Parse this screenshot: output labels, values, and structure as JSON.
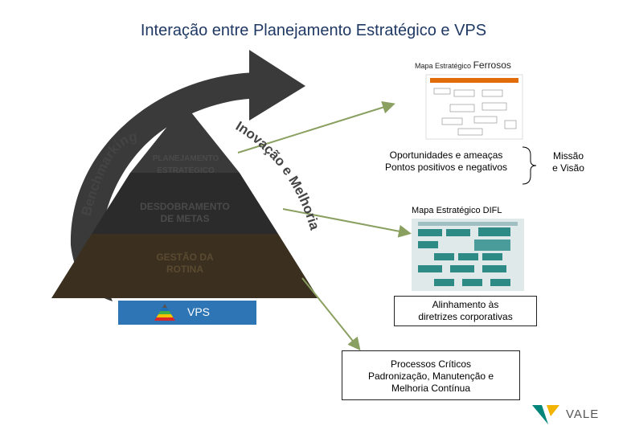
{
  "title": "Interação  entre Planejamento Estratégico e VPS",
  "curved_labels": {
    "benchmarking": "Benchmarking",
    "inovacao": "Inovação e Melhoria"
  },
  "pyramid": {
    "top_label": "PLANEJAMENTO ESTRATÉGICO",
    "middle_label": "DESDOBRAMENTO DE METAS",
    "bottom_label": "GESTÃO DA ROTINA",
    "vps_label": "VPS"
  },
  "mapa_ferrosos": {
    "prefix": "Mapa Estratégico",
    "suffix": "Ferrosos"
  },
  "oportunidades": {
    "line1": "Oportunidades e ameaças",
    "line2": "Pontos positivos e negativos"
  },
  "missao": {
    "line1": "Missão",
    "line2": "e Visão"
  },
  "mapa_difl": "Mapa Estratégico DIFL",
  "alinhamento": {
    "line1": "Alinhamento às",
    "line2": "diretrizes corporativas"
  },
  "processos": {
    "line1": "Processos Críticos",
    "line2": "Padronização, Manutenção e",
    "line3": "Melhoria Contínua"
  },
  "logo_text": "VALE",
  "colors": {
    "title": "#1f3864",
    "pyramid_top": "#3a3a3a",
    "pyramid_mid": "#2a2a2a",
    "pyramid_bottom": "#3b3020",
    "vps_bar": "#2e75b6",
    "arrow": "#8aa060",
    "vale_teal": "#00857a",
    "vale_yellow": "#f2b400"
  }
}
